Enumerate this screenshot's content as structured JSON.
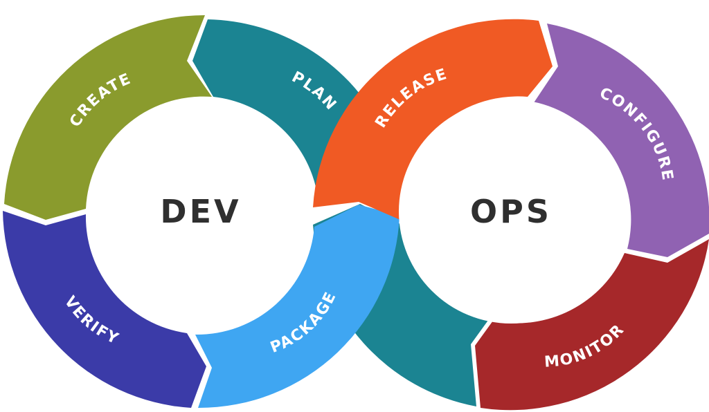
{
  "diagram": {
    "hubs": [
      {
        "id": "dev",
        "label": "DEV"
      },
      {
        "id": "ops",
        "label": "OPS"
      }
    ],
    "segments": [
      {
        "id": "plan",
        "label": "PLAN",
        "color": "#1b8492"
      },
      {
        "id": "create",
        "label": "CREATE",
        "color": "#8a9b2d"
      },
      {
        "id": "verify",
        "label": "VERIFY",
        "color": "#3b3ba8"
      },
      {
        "id": "package",
        "label": "PACKAGE",
        "color": "#3fa6f2"
      },
      {
        "id": "release",
        "label": "RELEASE",
        "color": "#f05a24"
      },
      {
        "id": "configure",
        "label": "CONFIGURE",
        "color": "#9062b2"
      },
      {
        "id": "monitor",
        "label": "MONITOR",
        "color": "#a6282a"
      }
    ]
  }
}
